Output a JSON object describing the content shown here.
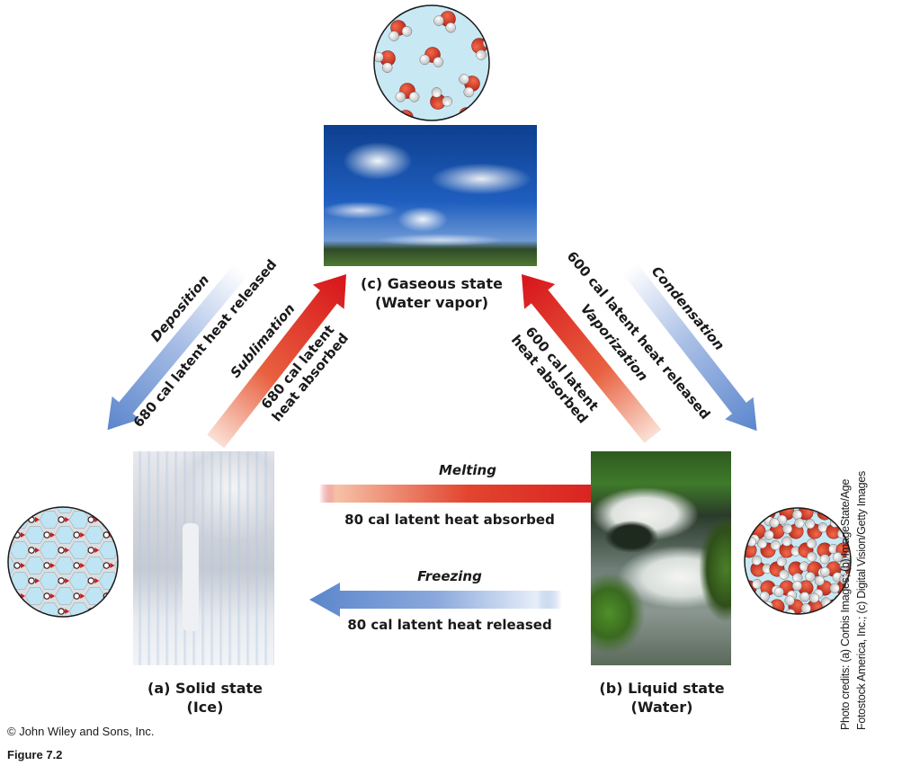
{
  "figure": {
    "label": "Figure 7.2",
    "copyright": "© John Wiley and Sons, Inc.",
    "photo_credits_line1": "Photo credits: (a) Corbis Images; (b) ImageState/Age",
    "photo_credits_line2": "Fotostock America, Inc.; (c) Digital Vision/Getty Images"
  },
  "states": {
    "gaseous": {
      "label": "(c) Gaseous state",
      "sub": "(Water vapor)",
      "photo": "sky-clouds-photo",
      "molecule_view": "scattered-water-molecules"
    },
    "solid": {
      "label": "(a) Solid state",
      "sub": "(Ice)",
      "photo": "icicles-photo",
      "molecule_view": "hexagonal-lattice"
    },
    "liquid": {
      "label": "(b) Liquid state",
      "sub": "(Water)",
      "photo": "stream-waterfall-photo",
      "molecule_view": "packed-water-molecules"
    }
  },
  "transitions": {
    "melting": {
      "name": "Melting",
      "energy": "80 cal latent heat absorbed",
      "color": "#d7141a"
    },
    "freezing": {
      "name": "Freezing",
      "energy": "80 cal latent heat released",
      "color": "#5b86cc"
    },
    "deposition": {
      "name": "Deposition",
      "energy": "680 cal latent heat released",
      "color": "#5b86cc"
    },
    "sublimation": {
      "name": "Sublimation",
      "energy_line1": "680 cal latent",
      "energy_line2": "heat absorbed",
      "color": "#d7141a"
    },
    "vaporization": {
      "name": "Vaporization",
      "energy_line1": "600 cal latent",
      "energy_line2": "heat absorbed",
      "color": "#d7141a"
    },
    "condensation": {
      "name": "Condensation",
      "energy": "600 cal latent heat released",
      "color": "#5b86cc"
    }
  },
  "colors": {
    "absorbed": "#d7141a",
    "released": "#5b86cc",
    "molecule_bg": "#c8e8f4",
    "oxygen": "#d9422a",
    "hydrogen": "#f0f0f0"
  }
}
